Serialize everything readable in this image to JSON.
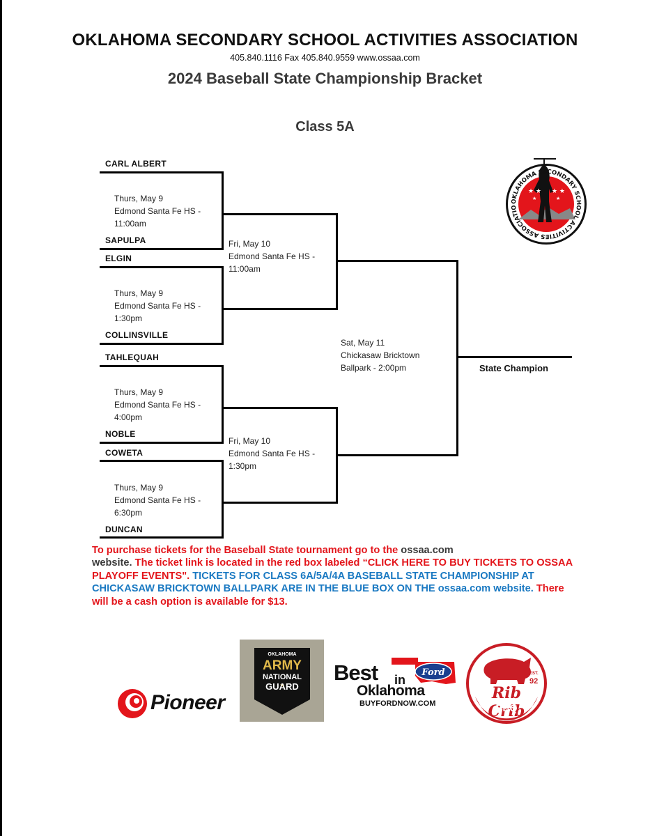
{
  "header": {
    "org": "OKLAHOMA SECONDARY SCHOOL ACTIVITIES ASSOCIATION",
    "contact": "405.840.1116   Fax 405.840.9559  www.ossaa.com",
    "title": "2024 Baseball State Championship Bracket",
    "class": "Class 5A"
  },
  "teams": [
    "CARL ALBERT",
    "SAPULPA",
    "ELGIN",
    "COLLINSVILLE",
    "TAHLEQUAH",
    "NOBLE",
    "COWETA",
    "DUNCAN"
  ],
  "round1": [
    {
      "date": "Thurs, May 9",
      "site": "Edmond Santa Fe HS -",
      "time": "11:00am"
    },
    {
      "date": "Thurs, May 9",
      "site": "Edmond Santa Fe HS -",
      "time": "1:30pm"
    },
    {
      "date": "Thurs, May 9",
      "site": "Edmond Santa Fe HS -",
      "time": "4:00pm"
    },
    {
      "date": "Thurs, May 9",
      "site": "Edmond Santa Fe HS -",
      "time": "6:30pm"
    }
  ],
  "round2": [
    {
      "date": "Fri, May 10",
      "site": "Edmond Santa Fe HS -",
      "time": "11:00am"
    },
    {
      "date": "Fri, May 10",
      "site": "Edmond Santa Fe HS -",
      "time": "1:30pm"
    }
  ],
  "final": {
    "date": "Sat, May 11",
    "site": "Chickasaw Bricktown",
    "time": "Ballpark - 2:00pm"
  },
  "champion_label": "State Champion",
  "logo": {
    "text": "OKLAHOMA SECONDARY SCHOOL ACTIVITIES ASSOCIATION"
  },
  "notice": {
    "p1": "To purchase tickets for the Baseball State tournament go to the ",
    "p2": "ossaa.com",
    "p3": "website.",
    "p4": " The ticket link is located in the red box labeled “CLICK HERE TO BUY TICKETS TO OSSAA PLAYOFF EVENTS\".  ",
    "p5": "TICKETS FOR CLASS 6A/5A/4A BASEBALL STATE CHAMPIONSHIP AT CHICKASAW BRICKTOWN BALLPARK ARE IN THE BLUE BOX ON THE ossaa.com website.",
    "p6": " There will be a cash option is available for $13."
  },
  "sponsors": {
    "pioneer": "Pioneer",
    "guard": {
      "line1": "OKLAHOMA",
      "line2": "ARMY",
      "line3": "NATIONAL",
      "line4": "GUARD"
    },
    "ford": {
      "best": "Best",
      "in": "in",
      "ok": "Oklahoma",
      "url": "BUYFORDNOW.COM",
      "brand": "Ford"
    },
    "ribcrib": {
      "num": "92",
      "est": "EST.",
      "name": "Rib Crib",
      "bbq": "BBQ"
    }
  },
  "colors": {
    "red": "#e3151b",
    "blue": "#1a79c2",
    "gray": "#3a3a3a"
  }
}
